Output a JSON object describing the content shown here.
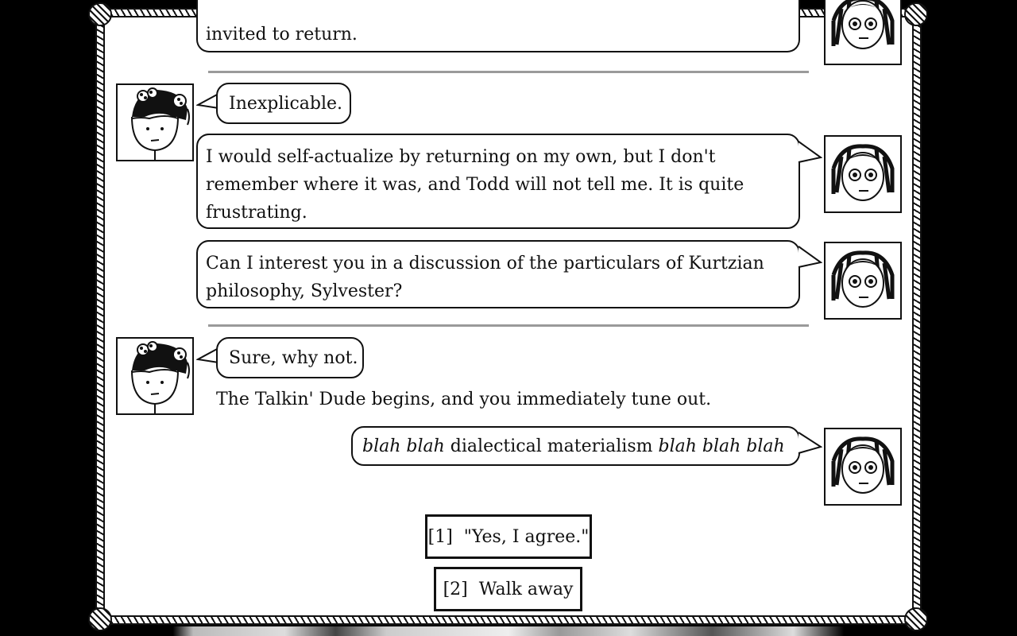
{
  "dialogue": {
    "line1": "invited to return.",
    "line2": "Inexplicable.",
    "line3": [
      "I would self-actualize by returning on my own, but I don't",
      "remember where it was, and Todd will not tell me.  It is quite",
      "frustrating."
    ],
    "line4": [
      "Can I interest you in a discussion of the particulars of Kurtzian",
      "philosophy, Sylvester?"
    ],
    "line5": "Sure, why not.",
    "narration": "The Talkin' Dude begins, and you immediately tune out.",
    "line6": {
      "em1": "blah blah",
      "mid": " dialectical materialism ",
      "em2": "blah blah blah"
    }
  },
  "choices": [
    {
      "key": "[1]",
      "label": "\"Yes, I agree.\""
    },
    {
      "key": "[2]",
      "label": "Walk away"
    }
  ],
  "colors": {
    "background": "#000000",
    "paper": "#ffffff",
    "ink": "#111111",
    "divider": "#9a9a9a"
  },
  "icons": [
    "player-portrait-icon",
    "talkin-dude-portrait-icon"
  ]
}
